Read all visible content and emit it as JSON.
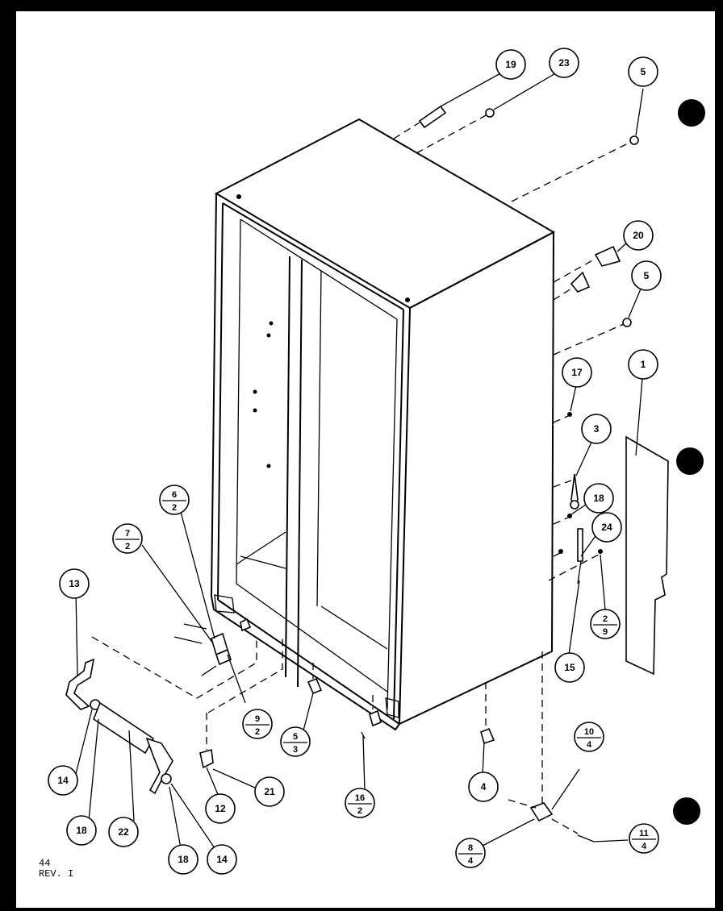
{
  "callouts": {
    "c19": "19",
    "c23": "23",
    "c5a": "5",
    "c20": "20",
    "c5b": "5",
    "c1": "1",
    "c17": "17",
    "c3": "3",
    "c18a": "18",
    "c24": "24",
    "c15": "15",
    "c4": "4",
    "c13": "13",
    "c14a": "14",
    "c18b": "18",
    "c22": "22",
    "c18c": "18",
    "c14b": "14",
    "c12": "12",
    "c21": "21"
  },
  "fractions": {
    "f6_2": {
      "top": "6",
      "bottom": "2"
    },
    "f7_2": {
      "top": "7",
      "bottom": "2"
    },
    "f9_2": {
      "top": "9",
      "bottom": "2"
    },
    "f5_3": {
      "top": "5",
      "bottom": "3"
    },
    "f16_2": {
      "top": "16",
      "bottom": "2"
    },
    "f2_9": {
      "top": "2",
      "bottom": "9"
    },
    "f10_4": {
      "top": "10",
      "bottom": "4"
    },
    "f8_4": {
      "top": "8",
      "bottom": "4"
    },
    "f11_4": {
      "top": "11",
      "bottom": "4"
    }
  },
  "footer": {
    "page_number": "44",
    "revision": "REV. I"
  }
}
